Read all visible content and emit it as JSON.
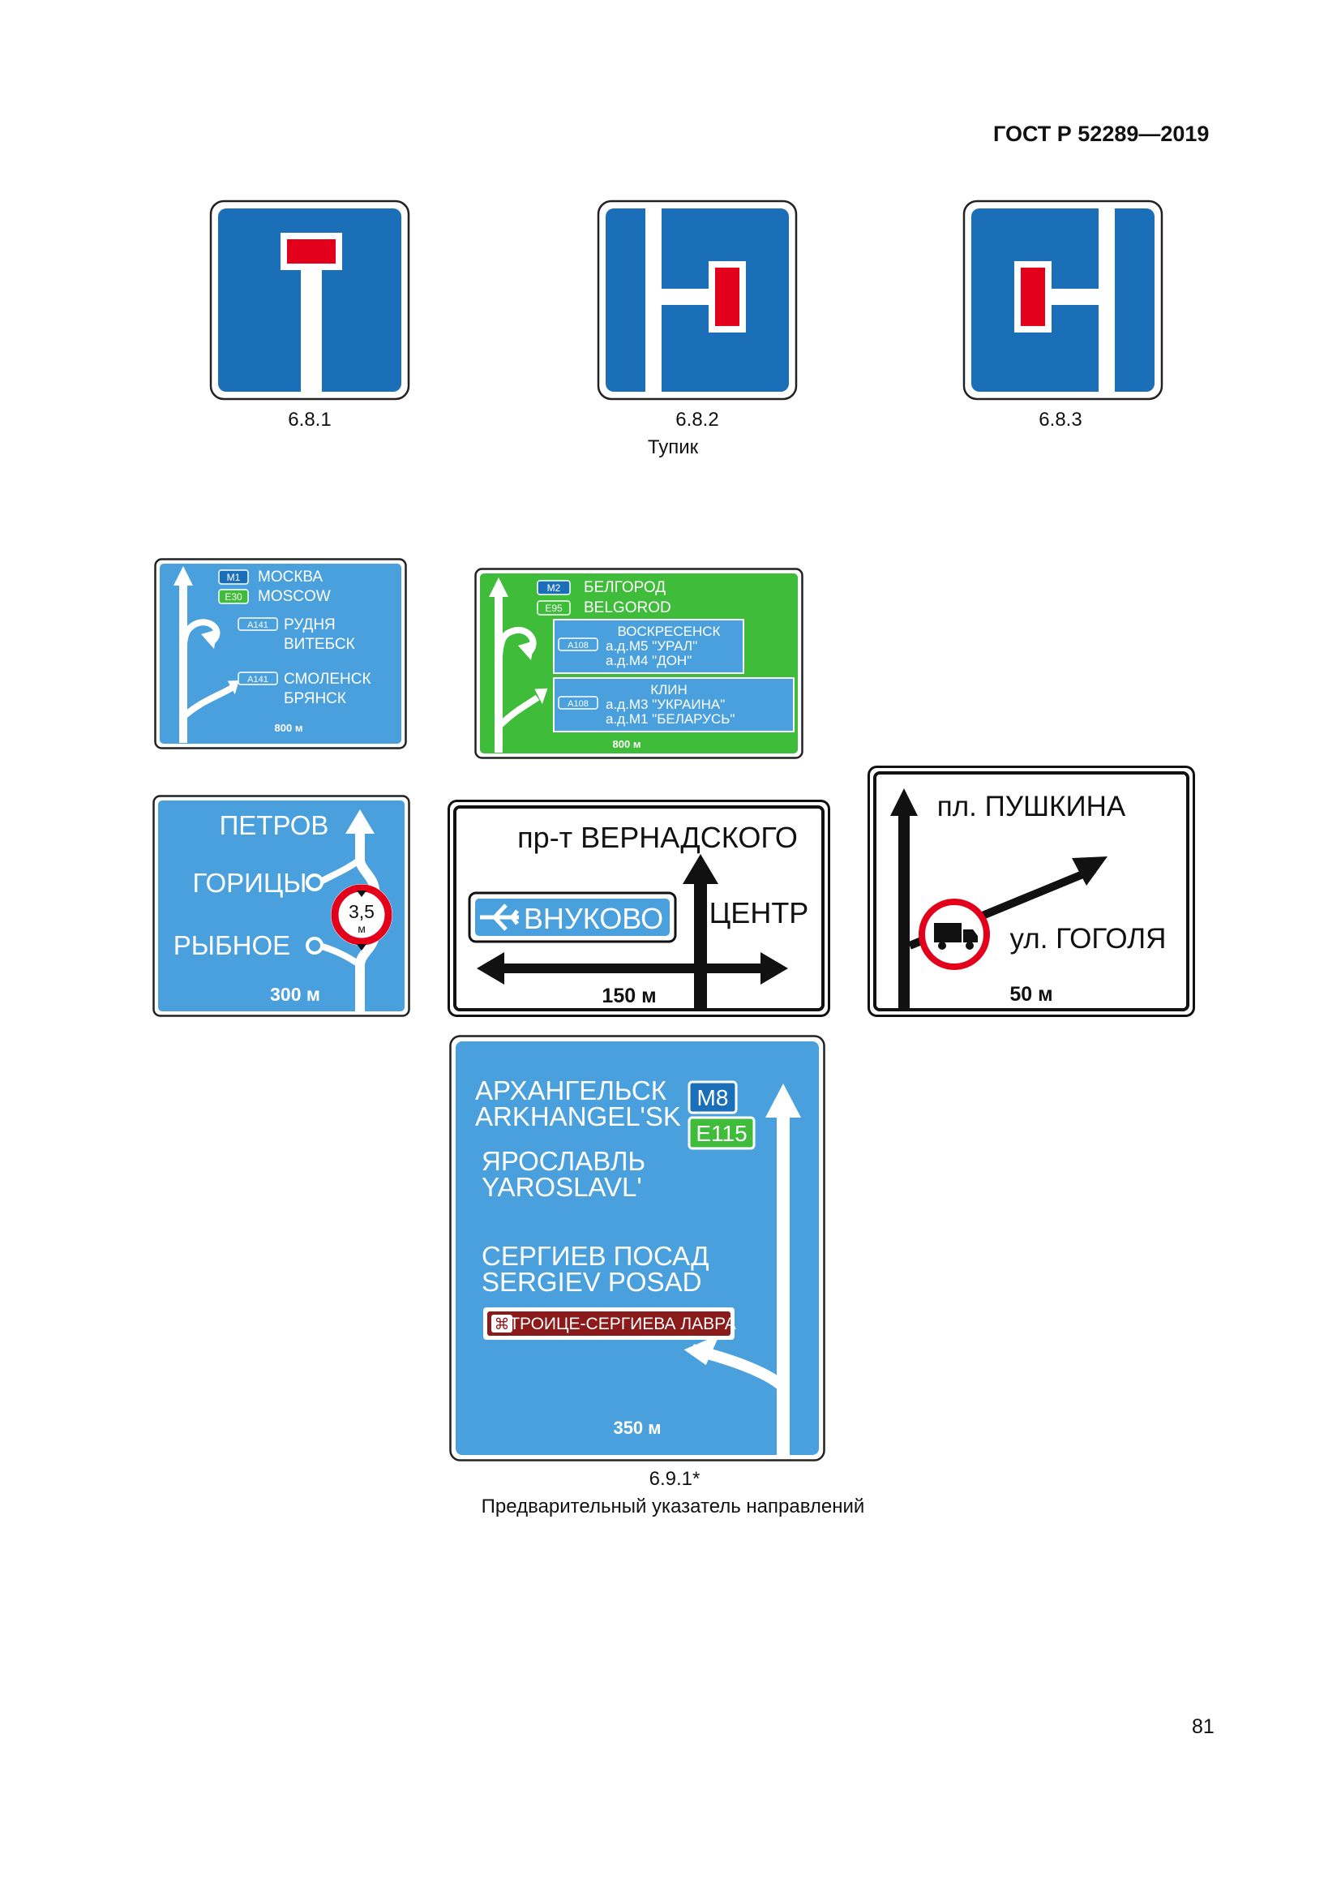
{
  "header": {
    "standard": "ГОСТ Р 52289—2019"
  },
  "colors": {
    "blue": "#1b6fb8",
    "light_blue": "#4aa0dd",
    "green": "#3fbc3a",
    "red": "#e3001b",
    "brown": "#8b1a1a",
    "black": "#111111",
    "white": "#ffffff"
  },
  "dead_end_signs": {
    "codes": [
      "6.8.1",
      "6.8.2",
      "6.8.3"
    ],
    "title": "Тупик"
  },
  "sign_a": {
    "rows": [
      {
        "route": "M1",
        "name": "МОСКВА"
      },
      {
        "route": "E30",
        "name": "MOSCOW"
      },
      {
        "route": "A141",
        "name": "РУДНЯ",
        "name2": "ВИТЕБСК"
      },
      {
        "route": "A141",
        "name": "СМОЛЕНСК",
        "name2": "БРЯНСК"
      }
    ],
    "distance": "800 м"
  },
  "sign_b": {
    "rows": [
      {
        "route": "M2",
        "name": "БЕЛГОРОД"
      },
      {
        "route": "E95",
        "name": "BELGOROD"
      }
    ],
    "box1": {
      "route": "A108",
      "lines": [
        "ВОСКРЕСЕНСК",
        "а.д.М5 \"УРАЛ\"",
        "а.д.М4 \"ДОН\""
      ]
    },
    "box2": {
      "route": "A108",
      "lines": [
        "КЛИН",
        "а.д.М3 \"УКРАИНА\"",
        "а.д.М1 \"БЕЛАРУСЬ\""
      ]
    },
    "distance": "800 м"
  },
  "sign_c": {
    "places": [
      "ПЕТРОВ",
      "ГОРИЦЫ",
      "РЫБНОЕ"
    ],
    "limit_value": "3,5",
    "limit_unit": "м",
    "distance": "300 м"
  },
  "sign_d": {
    "top": "пр-т ВЕРНАДСКОГО",
    "left": "ВНУКОВО",
    "right": "ЦЕНТР",
    "distance": "150 м"
  },
  "sign_e": {
    "top": "пл. ПУШКИНА",
    "right": "ул. ГОГОЛЯ",
    "distance": "50 м"
  },
  "sign_f": {
    "lines": [
      "АРХАНГЕЛЬСК",
      "ARKHANGEL'SK",
      "ЯРОСЛАВЛЬ",
      "YAROSLAVL'",
      "СЕРГИЕВ ПОСАД",
      "SERGIEV POSAD"
    ],
    "routes": [
      "M8",
      "E115"
    ],
    "attraction": "ТРОИЦЕ-СЕРГИЕВА ЛАВРА",
    "distance": "350 м"
  },
  "direction_caption": {
    "code": "6.9.1*",
    "title": "Предварительный указатель направлений"
  },
  "page_number": "81"
}
